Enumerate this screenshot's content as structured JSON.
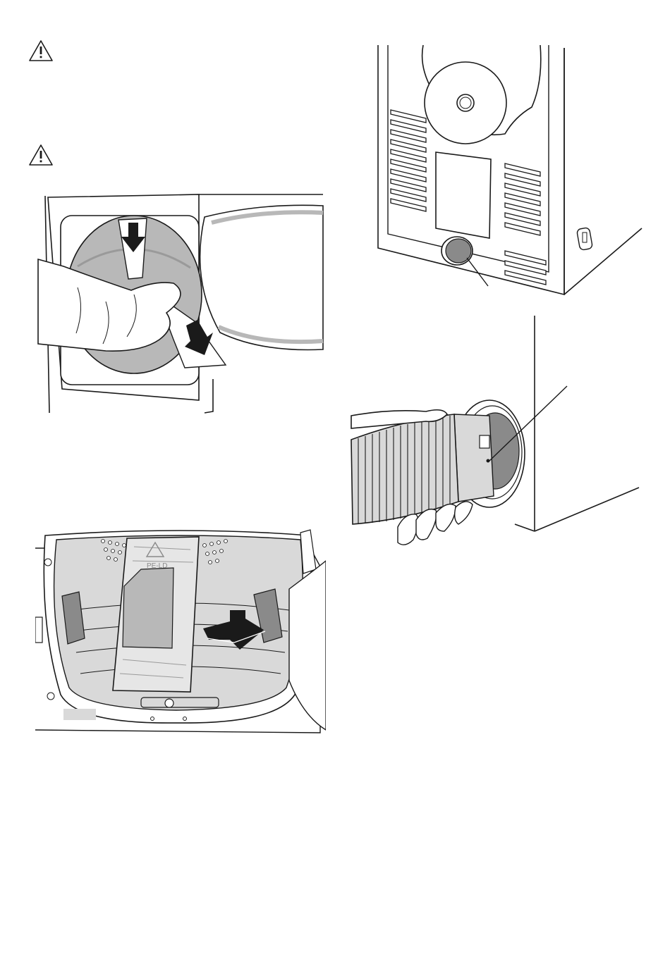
{
  "page": {
    "warnings": [
      {
        "icon": "warning-triangle-icon"
      },
      {
        "icon": "warning-triangle-icon"
      }
    ],
    "illustrations": [
      {
        "name": "pe-ld-wrap-removal",
        "icon": "hand-pulling-wrap-illustration"
      },
      {
        "name": "dryer-rear-panel",
        "icon": "rear-panel-illustration"
      },
      {
        "name": "vent-hose-connection",
        "icon": "hose-connection-illustration"
      },
      {
        "name": "drum-interior-packaging",
        "icon": "drum-packaging-illustration"
      }
    ],
    "recycle_label": "PE-LD",
    "colors": {
      "line": "#1a1a1a",
      "gray": "#b8b8b8",
      "dark_gray": "#8a8a8a",
      "light_gray": "#d9d9d9"
    }
  }
}
